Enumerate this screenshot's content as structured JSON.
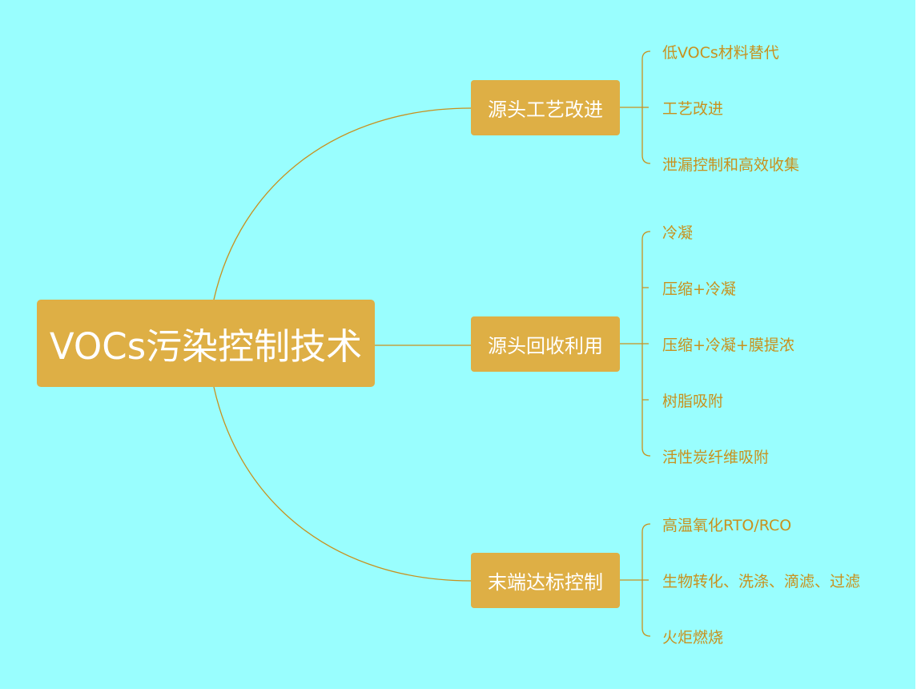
{
  "colors": {
    "background": "#99fefe",
    "node_fill": "#deaf45",
    "node_text": "#ffffff",
    "line": "#c8911e",
    "leaf_text": "#c8911e"
  },
  "root": {
    "label": "VOCs污染控制技术"
  },
  "branches": [
    {
      "label": "源头工艺改进",
      "children": [
        "低VOCs材料替代",
        "工艺改进",
        "泄漏控制和高效收集"
      ]
    },
    {
      "label": "源头回收利用",
      "children": [
        "冷凝",
        "压缩+冷凝",
        "压缩+冷凝+膜提浓",
        "树脂吸附",
        "活性炭纤维吸附"
      ]
    },
    {
      "label": "末端达标控制",
      "children": [
        "高温氧化RTO/RCO",
        "生物转化、洗涤、滴滤、过滤",
        "火炬燃烧"
      ]
    }
  ]
}
